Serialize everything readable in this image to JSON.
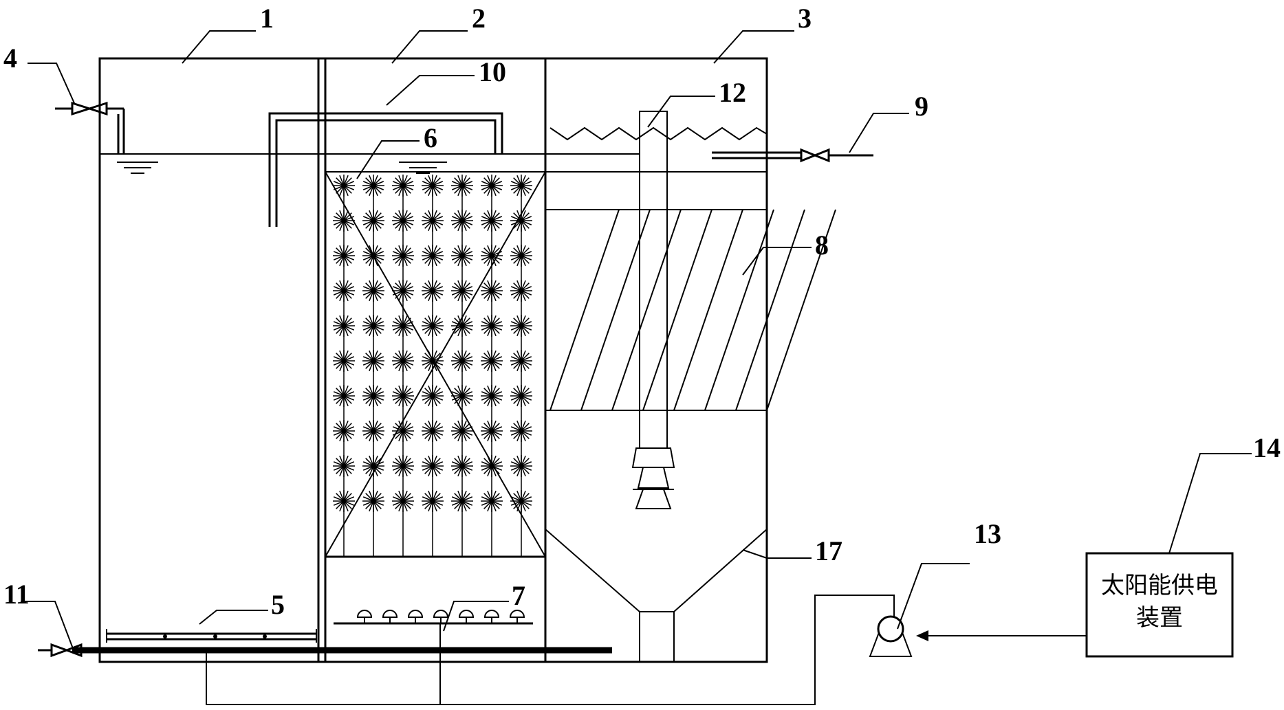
{
  "labels": {
    "l1": "1",
    "l2": "2",
    "l3": "3",
    "l4": "4",
    "l5": "5",
    "l6": "6",
    "l7": "7",
    "l8": "8",
    "l9": "9",
    "l10": "10",
    "l11": "11",
    "l12": "12",
    "l13": "13",
    "l14": "14",
    "l17": "17"
  },
  "solar_box": {
    "line1": "太阳能供电",
    "line2": "装置"
  }
}
